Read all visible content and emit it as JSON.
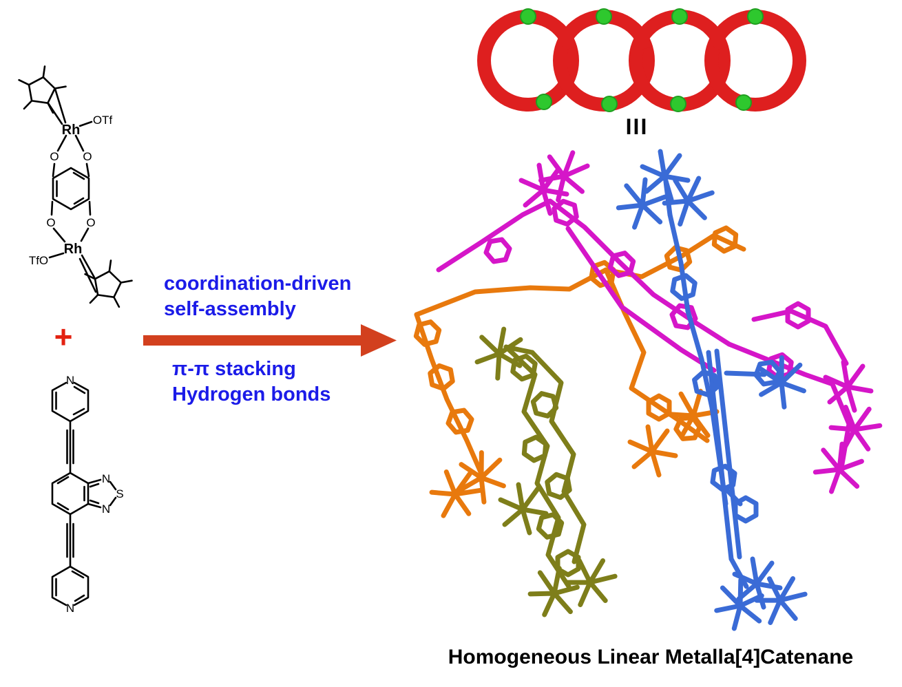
{
  "scheme": {
    "plus": "+",
    "assembly_label_line1": "coordination-driven",
    "assembly_label_line2": "self-assembly",
    "interaction_label_line1": "π-π stacking",
    "interaction_label_line2": "Hydrogen bonds",
    "ring_diagram_label": "III",
    "caption": "Homogeneous Linear Metalla[4]Catenane"
  },
  "rh_complex": {
    "rh_top": "Rh",
    "otf_top": "OTf",
    "o_top_left": "O",
    "o_top_right": "O",
    "o_bottom_left": "O",
    "o_bottom_right": "O",
    "rh_bottom": "Rh",
    "tfo_bottom": "TfO"
  },
  "ligand": {
    "n_pyridine_top": "N",
    "n_btd_top": "N",
    "s_btd": "S",
    "n_btd_bottom": "N",
    "n_pyridine_bottom": "N"
  },
  "colors": {
    "arrow": "#d2401e",
    "label_blue": "#1b1be8",
    "plus_red": "#e32212",
    "ring_red": "#de1f1f",
    "metal_node_green": "#2ec82e",
    "model_magenta": "#d516c8",
    "model_blue": "#3a6bd6",
    "model_orange": "#e8790d",
    "model_olive": "#7e7e1a",
    "structure_black": "#000000"
  }
}
